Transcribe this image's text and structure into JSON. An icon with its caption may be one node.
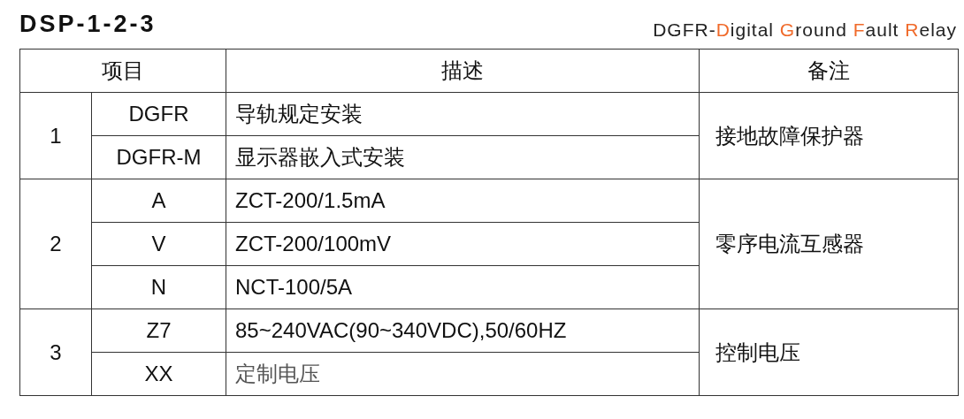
{
  "diagram": {
    "title": "DSP-1-2-3",
    "labels": [
      "DGFR-Digital Ground Fault Relay",
      "项目",
      "描述",
      "备注",
      "1",
      "DGFR",
      "导轨规定安装",
      "接地故障保护器",
      "DGFR-M",
      "显示器嵌入式安装",
      "2",
      "A",
      "ZCT-200/1.5mA",
      "V",
      "ZCT-200/100mV",
      "零序电流互感器",
      "N",
      "NCT-100/5A",
      "3",
      "Z7",
      "85~240VAC(90~340VDC),50/60HZ",
      "控制电压",
      "XX",
      "定制电压"
    ]
  }
}
